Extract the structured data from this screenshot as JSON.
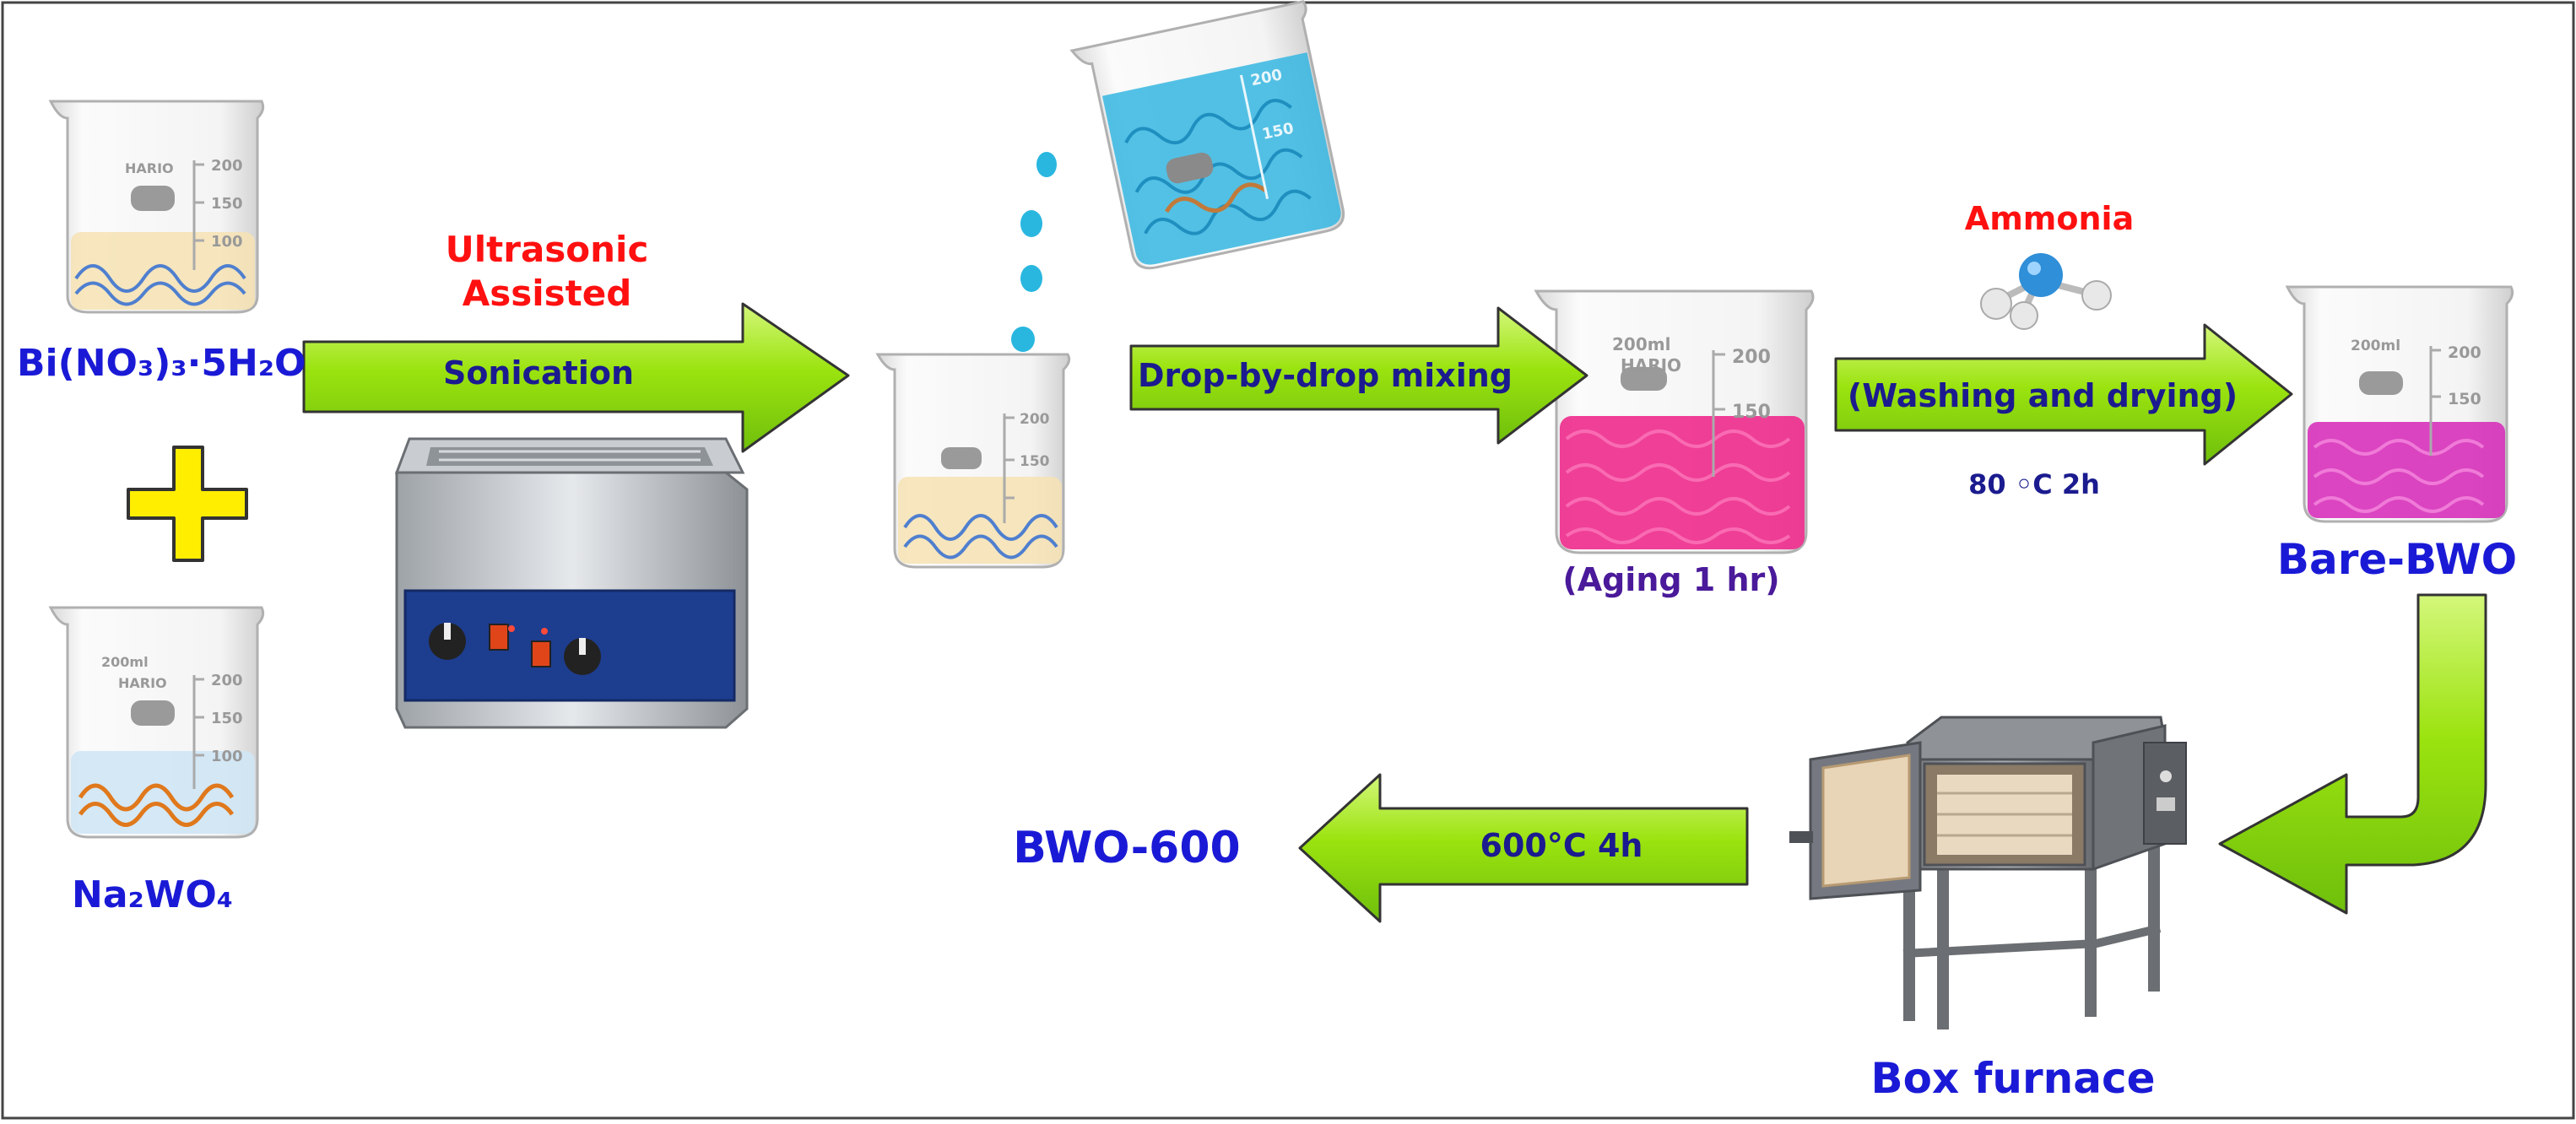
{
  "diagram": {
    "reagents": {
      "bismuth_nitrate": "Bi(NO₃)₃·5H₂O",
      "sodium_tungstate": "Na₂WO₄",
      "plus_sign": "+"
    },
    "step1": {
      "method_line1": "Ultrasonic",
      "method_line2": "Assisted",
      "arrow_label": "Sonication"
    },
    "step2": {
      "arrow_label": "Drop-by-drop mixing"
    },
    "step3": {
      "caption": "(Aging 1 hr)"
    },
    "step4": {
      "reagent": "Ammonia",
      "arrow_label": "(Washing and drying)",
      "condition": "80 ◦C 2h"
    },
    "product1": "Bare-BWO",
    "step5": {
      "equipment": "Box furnace",
      "arrow_label": "600°C 4h"
    },
    "product2": "BWO-600",
    "beaker": {
      "volume": "200ml",
      "brand": "HARIO",
      "ticks": [
        "200",
        "150",
        "100"
      ]
    },
    "colors": {
      "arrow_fill": "#9be30f",
      "arrow_dark": "#5ea80a",
      "label_blue": "#1a1ad6",
      "label_red": "#ff1010",
      "label_purple": "#4a1a9a",
      "bi_solution": "#f6e2b3",
      "na_solution": "#cfe6f5",
      "drop_solution": "#35b6e0",
      "aged_solution": "#ee2a8c",
      "bwo_solution": "#d62bb8"
    }
  }
}
